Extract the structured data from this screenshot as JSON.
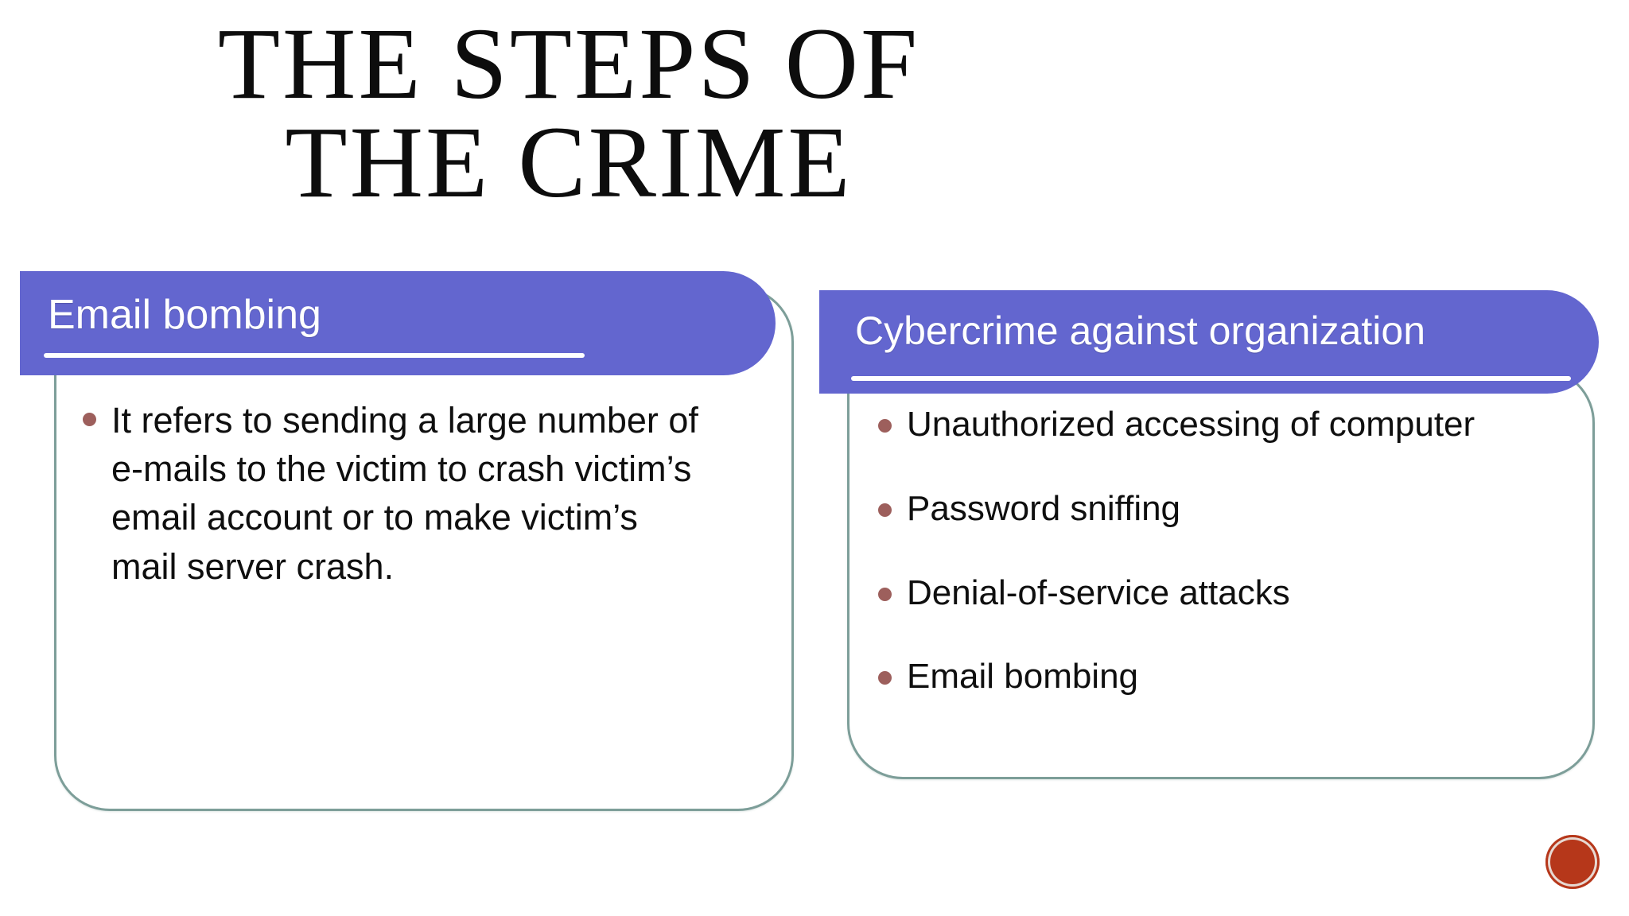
{
  "slide": {
    "title_lines": [
      "The steps of",
      "the crime"
    ],
    "colors": {
      "header_purple": "#6366CF",
      "panel_border_teal": "#7D9E99",
      "bullet_mauve": "#9D5F5C",
      "logo_red": "#B6371A",
      "text_black": "#0F0F0F",
      "background": "#FFFFFF"
    }
  },
  "panels": [
    {
      "header": "Email bombing",
      "bullets": [
        "It refers to sending a large number of e-mails to the victim to crash victim’s email account or to make victim’s mail server crash."
      ]
    },
    {
      "header": "Cybercrime against organization",
      "bullets": [
        "Unauthorized accessing of computer",
        "Password sniffing",
        "Denial-of-service attacks",
        "Email bombing"
      ]
    }
  ],
  "logo": {
    "name": "circular-logo-badge"
  }
}
